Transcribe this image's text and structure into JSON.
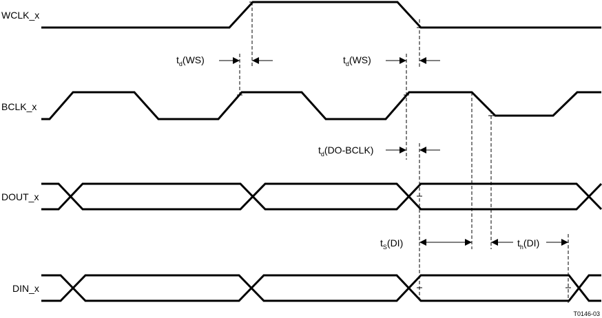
{
  "signals": {
    "wclk": "WCLK_x",
    "bclk": "BCLK_x",
    "dout": "DOUT_x",
    "din": "DIN_x"
  },
  "timing": {
    "td_ws_1": {
      "prefix": "t",
      "sub": "d",
      "suffix": "(WS)"
    },
    "td_ws_2": {
      "prefix": "t",
      "sub": "d",
      "suffix": "(WS)"
    },
    "td_do_bclk": {
      "prefix": "t",
      "sub": "d",
      "suffix": "(DO-BCLK)"
    },
    "ts_di": {
      "prefix": "t",
      "sub": "S",
      "suffix": "(DI)"
    },
    "th_di": {
      "prefix": "t",
      "sub": "h",
      "suffix": "(DI)"
    }
  },
  "figure_id": "T0146-03"
}
